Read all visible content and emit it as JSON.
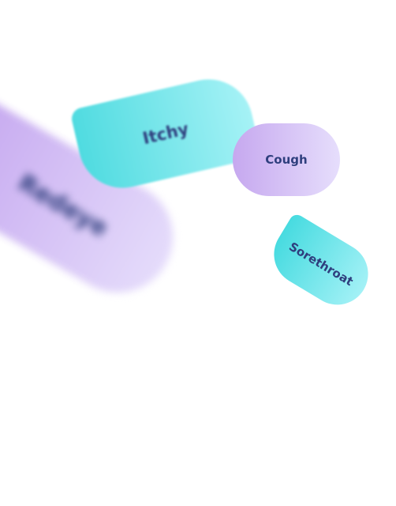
{
  "chips": [
    {
      "label": "Redeye",
      "gradient_from": "#c7aaf0",
      "gradient_to": "#e5dcfb"
    },
    {
      "label": "Itchy",
      "gradient_from": "#4fdbe0",
      "gradient_to": "#a6f2f6"
    },
    {
      "label": "Cough",
      "gradient_from": "#c6a8ef",
      "gradient_to": "#e6defc"
    },
    {
      "label": "Sorethroat",
      "gradient_from": "#47dbe0",
      "gradient_to": "#a3f1f6"
    }
  ],
  "colors": {
    "background": "#ffffff",
    "text": "#2f3f7e"
  }
}
